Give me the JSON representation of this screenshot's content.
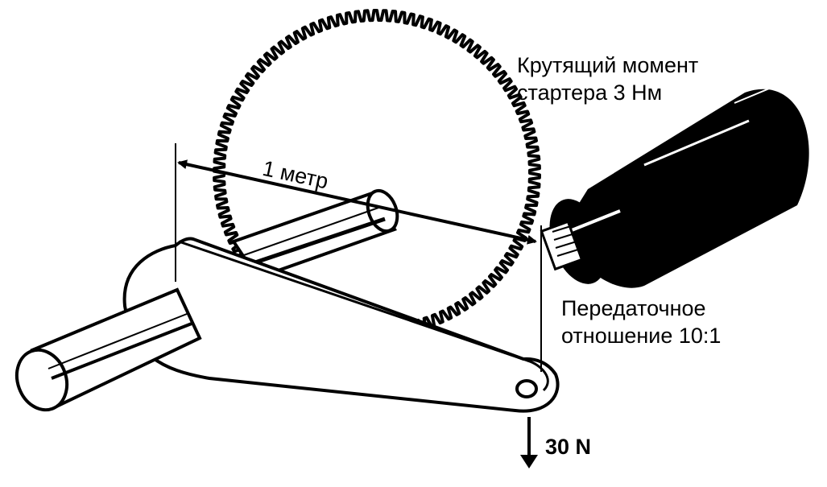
{
  "labels": {
    "torque_line1": "Крутящий момент",
    "torque_line2": "стартера 3 Нм",
    "distance": "1 метр",
    "ratio_line1": "Передаточное",
    "ratio_line2": "отношение 10:1",
    "force": "30 N"
  },
  "colors": {
    "ink": "#000000",
    "paper": "#ffffff",
    "motor_highlight": "#ffffff"
  },
  "icons": [
    "force-arrow-icon",
    "dimension-arrow-icon"
  ]
}
